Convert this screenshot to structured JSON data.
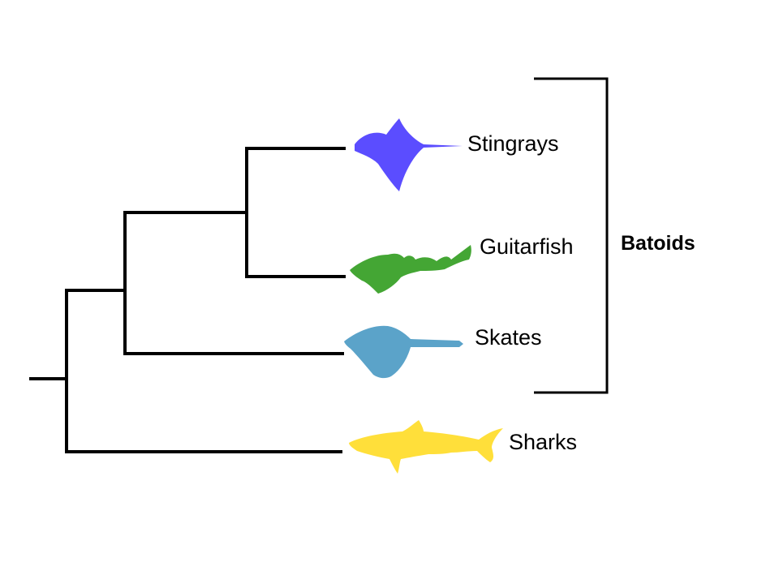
{
  "taxa": {
    "stingrays": {
      "label": "Stingrays",
      "color": "#5b4dff",
      "icon": "stingray-silhouette-icon"
    },
    "guitarfish": {
      "label": "Guitarfish",
      "color": "#44a634",
      "icon": "guitarfish-silhouette-icon"
    },
    "skates": {
      "label": "Skates",
      "color": "#5ba3c9",
      "icon": "skate-silhouette-icon"
    },
    "sharks": {
      "label": "Sharks",
      "color": "#ffdf3a",
      "icon": "shark-silhouette-icon"
    }
  },
  "clade": {
    "label": "Batoids"
  },
  "line_color": "#000000"
}
